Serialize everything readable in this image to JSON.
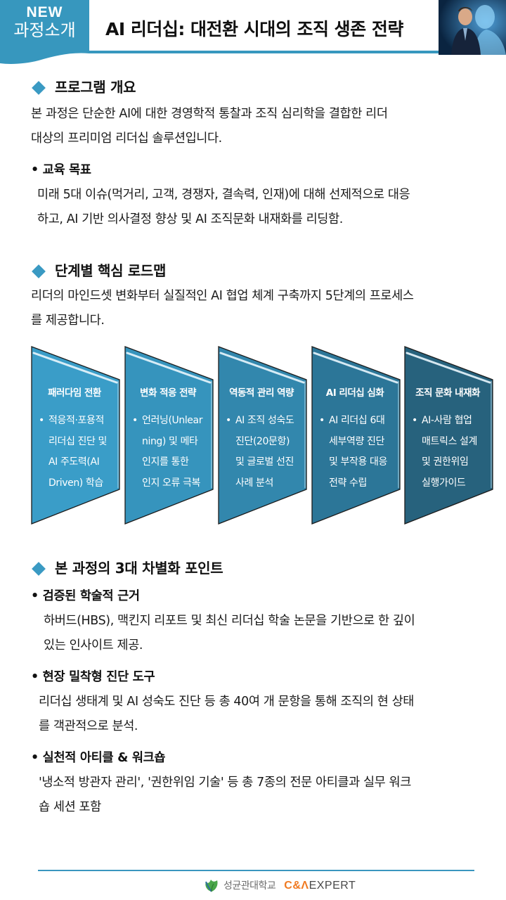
{
  "header": {
    "badge_top": "NEW",
    "badge_bottom": "과정소개",
    "title": "AI 리더십: 대전환 시대의 조직 생존 전략",
    "hero_image": "businessman-and-ai-humanoid-profile"
  },
  "overview": {
    "heading": "프로그램 개요",
    "lines": [
      "본 과정은 단순한 AI에 대한 경영학적 통찰과 조직 심리학을 결합한 리더",
      "대상의 프리미엄 리더십 솔루션입니다."
    ],
    "goal_heading": "• 교육 목표",
    "goal_lines": [
      "미래 5대 이슈(먹거리, 고객, 경쟁자, 결속력, 인재)에 대해 선제적으로 대응",
      "하고, AI 기반 의사결정 향상 및 AI 조직문화 내재화를 리딩함."
    ]
  },
  "roadmap": {
    "heading": "단계별 핵심 로드맵",
    "lines": [
      "리더의 마인드셋 변화부터 실질적인 AI 협업 체계 구축까지 5단계의 프로세스",
      "를 제공합니다."
    ],
    "steps": [
      {
        "title": "패러다임 전환",
        "color": "#3a9dc8",
        "lines": [
          "적응적·포용적",
          "리더십 진단 및",
          "AI 주도력(AI",
          "Driven) 학습"
        ]
      },
      {
        "title": "변화 적응 전략",
        "color": "#3694bd",
        "lines": [
          "언러닝(Unlear",
          "ning) 및 메타",
          "인지를 통한",
          "인지 오류 극복"
        ]
      },
      {
        "title": "역동적 관리 역량",
        "color": "#3287ad",
        "lines": [
          "AI 조직 성숙도",
          "진단(20문항)",
          "및 글로벌 선진",
          "사례 분석"
        ]
      },
      {
        "title": "AI 리더십 심화",
        "color": "#2c7698",
        "lines": [
          "AI 리더십 6대",
          "세부역량 진단",
          "및 부작용 대응",
          "전략 수립"
        ]
      },
      {
        "title": "조직 문화 내재화",
        "color": "#27627d",
        "lines": [
          "AI-사람 협업",
          "매트릭스 설계",
          "및 권한위임",
          "실행가이드"
        ]
      }
    ],
    "bullet": "•"
  },
  "points": {
    "heading": "본 과정의 3대 차별화 포인트",
    "items": [
      {
        "title": "• 검증된 학술적 근거",
        "lines": [
          "하버드(HBS), 맥킨지 리포트 및 최신 리더십 학술 논문을 기반으로 한 깊이",
          "있는 인사이트 제공."
        ]
      },
      {
        "title": "• 현장 밀착형 진단 도구",
        "lines": [
          "리더십 생태계 및 AI 성숙도 진단 등 총 40여 개 문항을 통해 조직의 현 상태",
          "를 객관적으로 분석."
        ]
      },
      {
        "title": "• 실천적 아티클 & 워크숍",
        "lines": [
          "'냉소적 방관자 관리', '권한위임 기술' 등 총 7종의 전문 아티클과 실무 워크",
          "숍 세션 포함"
        ]
      }
    ]
  },
  "footer": {
    "university": "성균관대학교",
    "brand_ca": "C&Λ",
    "brand_expert": "EXPERT"
  },
  "colors": {
    "accent": "#3797be",
    "brand_orange": "#f07b23"
  }
}
